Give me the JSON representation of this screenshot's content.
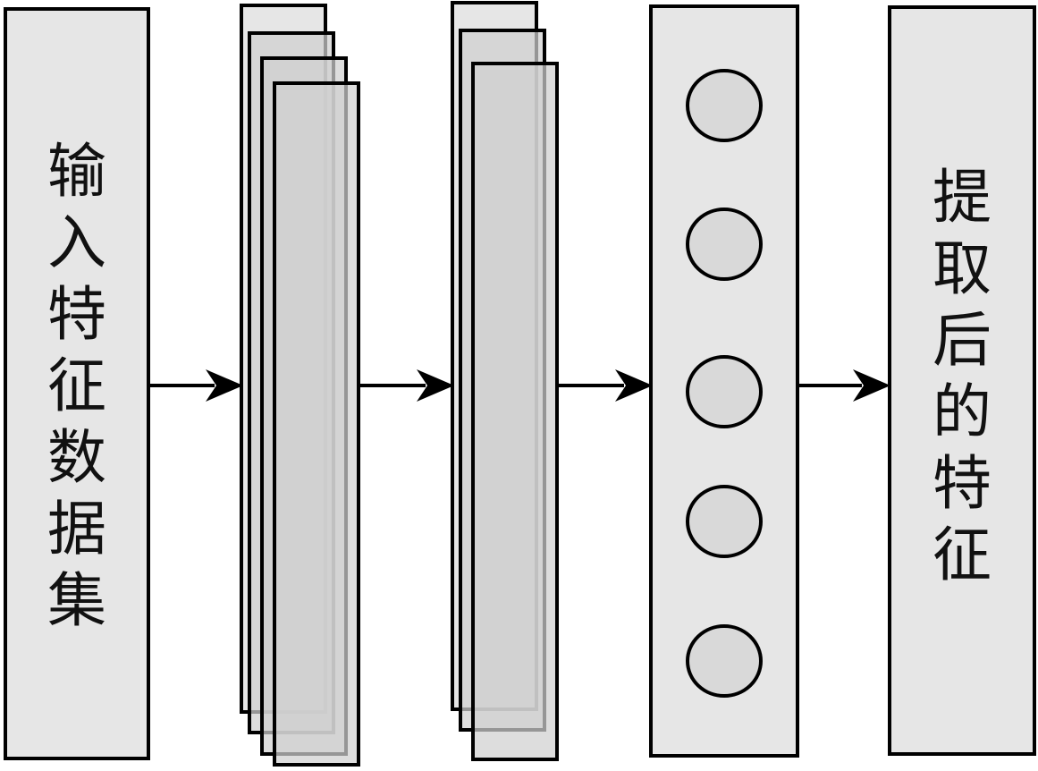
{
  "input_block": {
    "label": "输入特征数据集"
  },
  "output_block": {
    "label": "提取后的特征"
  },
  "colors": {
    "block_fill": "#e6e6e6",
    "layer_fill": "#d0d0d0",
    "neuron_fill": "#d9d9d9",
    "stroke": "#000000"
  },
  "icons": {
    "arrow": "right-arrow-icon",
    "neuron": "circle-node"
  }
}
